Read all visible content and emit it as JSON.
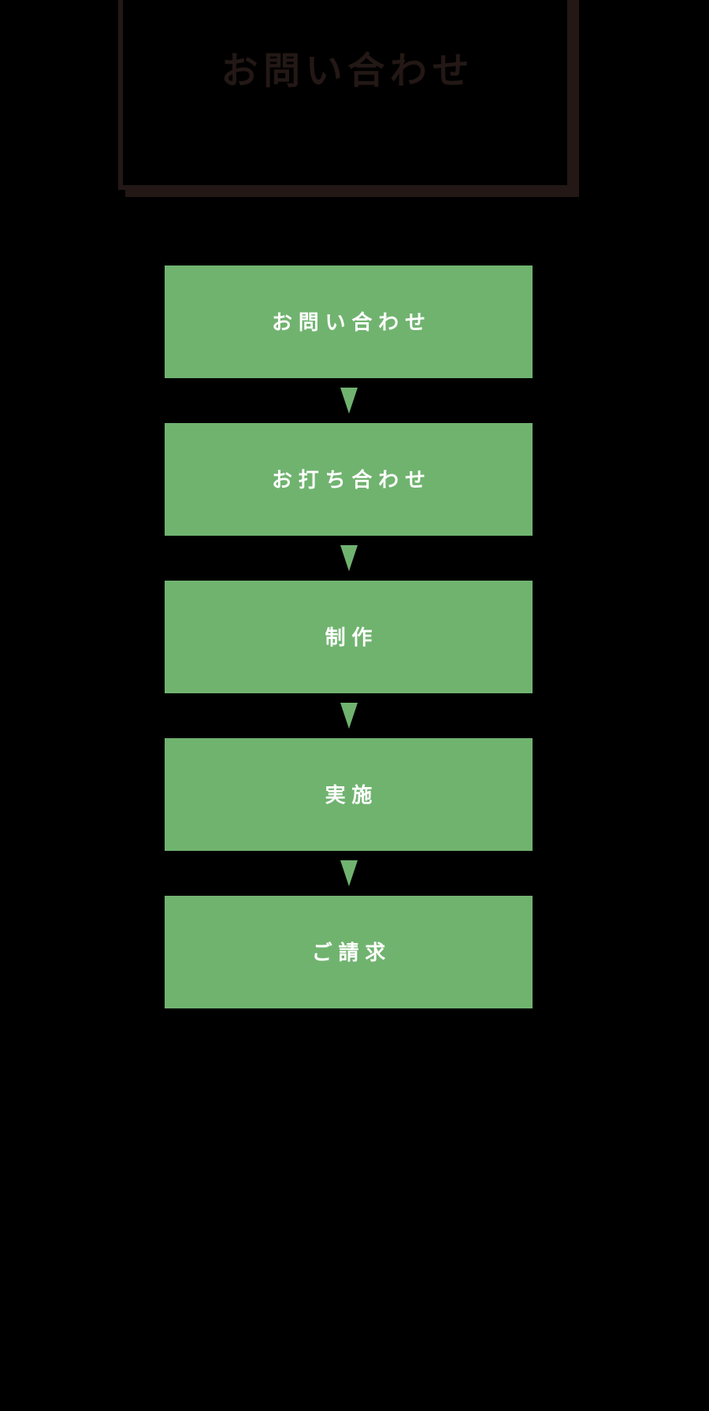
{
  "page": {
    "background_color": "#000000",
    "accent_color": "#70b36f",
    "heading_color": "#231815",
    "step_text_color": "#ffffff"
  },
  "heading": {
    "title": "お問い合わせ"
  },
  "flow": {
    "arrow_icon_name": "triangle-down-icon",
    "steps": [
      {
        "label": "お問い合わせ"
      },
      {
        "label": "お打ち合わせ"
      },
      {
        "label": "制作"
      },
      {
        "label": "実施"
      },
      {
        "label": "ご請求"
      }
    ]
  }
}
